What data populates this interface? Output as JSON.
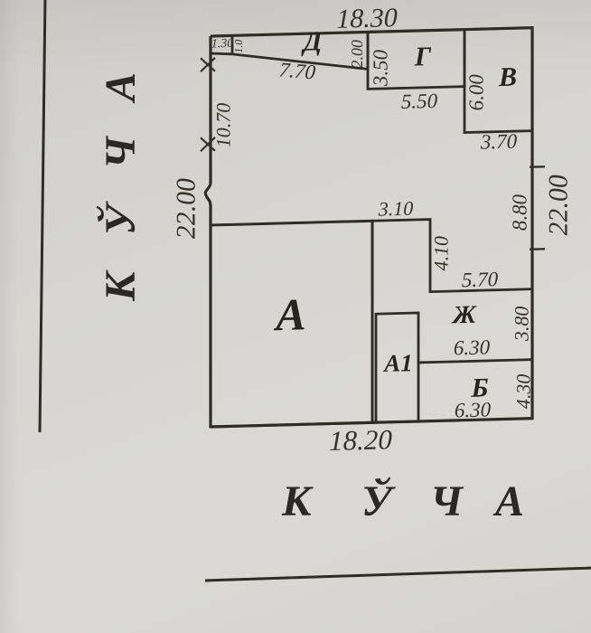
{
  "plan": {
    "streets": {
      "left_name": "КЎЧА",
      "bottom_name": "КЎЧА"
    },
    "buildings": {
      "a": "А",
      "a1": "А1",
      "b": "Б",
      "v": "В",
      "g": "Г",
      "d": "Д",
      "zh": "Ж"
    },
    "dimensions": {
      "top_width": "18.30",
      "bottom_width": "18.20",
      "left_total": "22.00",
      "left_upper_segment": "10.70",
      "right_total": "22.00",
      "right_middle_segment": "8.80",
      "d_stub_width": "1.30",
      "d_stub_height": "1.0",
      "d_length": "7.70",
      "d_right_height": "2.00",
      "g_left_height": "3.50",
      "g_bottom_width": "5.50",
      "v_left_height": "6.00",
      "v_bottom_width": "3.70",
      "courtyard_top_offset": "3.10",
      "courtyard_right_drop": "4.10",
      "zh_top_width": "5.70",
      "zh_right_height": "3.80",
      "zh_bottom_width": "6.30",
      "b_right_height": "4.30",
      "b_bottom_width": "6.30"
    },
    "colors": {
      "paper": "#d6d5d1",
      "ink": "#2e2c27"
    }
  }
}
